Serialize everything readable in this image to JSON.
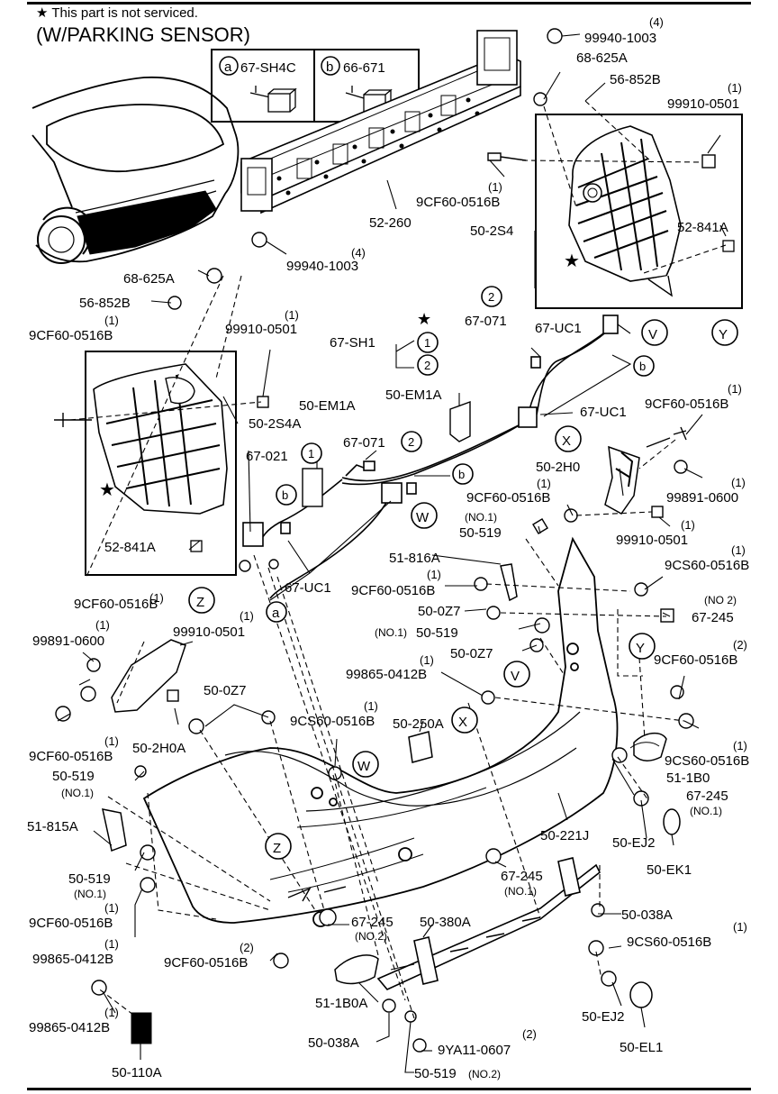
{
  "header": {
    "star_symbol": "★",
    "not_serviced_note": "This part is not serviced.",
    "variant_title": "(W/PARKING SENSOR)"
  },
  "legend": {
    "a_letter": "a",
    "a_part": "67-SH4C",
    "b_letter": "b",
    "b_part": "66-671"
  },
  "marks": {
    "V": "V",
    "W": "W",
    "X": "X",
    "Y": "Y",
    "Z": "Z",
    "a": "a",
    "b": "b",
    "one": "1",
    "two": "2",
    "star": "★"
  },
  "parts": {
    "p_99940_1003_top": "99940-1003",
    "p_99940_1003_top_qty": "(4)",
    "p_68_625A_top": "68-625A",
    "p_56_852B_top": "56-852B",
    "p_99910_0501_top": "99910-0501",
    "p_99910_0501_top_qty": "(1)",
    "p_9CF60_0516B_upper": "9CF60-0516B",
    "p_9CF60_0516B_upper_qty": "(1)",
    "p_52_260": "52-260",
    "p_50_2S4": "50-2S4",
    "p_52_841A_right": "52-841A",
    "p_99940_1003_left": "99940-1003",
    "p_99940_1003_left_qty": "(4)",
    "p_68_625A_left": "68-625A",
    "p_56_852B_left": "56-852B",
    "p_9CF60_0516B_left": "9CF60-0516B",
    "p_9CF60_0516B_left_qty": "(1)",
    "p_99910_0501_left": "99910-0501",
    "p_99910_0501_left_qty": "(1)",
    "p_67_SH1": "67-SH1",
    "p_67_071_top": "67-071",
    "p_67_UC1_top": "67-UC1",
    "p_50_2S4A": "50-2S4A",
    "p_50_EM1A_a": "50-EM1A",
    "p_50_EM1A_b": "50-EM1A",
    "p_67_UC1_mid": "67-UC1",
    "p_9CF60_0516B_right": "9CF60-0516B",
    "p_9CF60_0516B_right_qty": "(1)",
    "p_67_021": "67-021",
    "p_67_071_mid": "67-071",
    "p_50_2H0": "50-2H0",
    "p_9CF60_0516B_r2": "9CF60-0516B",
    "p_9CF60_0516B_r2_qty": "(1)",
    "p_99891_0600_right": "99891-0600",
    "p_99891_0600_right_qty": "(1)",
    "p_50_519_no1_top": "50-519",
    "p_50_519_no1_top_qty": "(NO.1)",
    "p_99910_0501_r": "99910-0501",
    "p_99910_0501_r_qty": "(1)",
    "p_52_841A_left": "52-841A",
    "p_67_UC1_low": "67-UC1",
    "p_51_816A": "51-816A",
    "p_9CF60_0516B_mid": "9CF60-0516B",
    "p_9CF60_0516B_mid_qty": "(1)",
    "p_9CS60_0516B_r": "9CS60-0516B",
    "p_9CS60_0516B_r_qty": "(1)",
    "p_67_245_no2_r": "67-245",
    "p_67_245_no2_r_qty": "(NO 2)",
    "p_50_0Z7_a": "50-0Z7",
    "p_50_519_no1_mid": "50-519",
    "p_50_519_no1_mid_qty": "(NO.1)",
    "p_50_0Z7_b": "50-0Z7",
    "p_9CF60_0516B_lh": "9CF60-0516B",
    "p_9CF60_0516B_lh_qty": "(1)",
    "p_99891_0600_left": "99891-0600",
    "p_99891_0600_left_qty": "(1)",
    "p_99910_0501_ll": "99910-0501",
    "p_99910_0501_ll_qty": "(1)",
    "p_99865_0412B_top": "99865-0412B",
    "p_99865_0412B_top_qty": "(1)",
    "p_9CF60_0516B_rr": "9CF60-0516B",
    "p_9CF60_0516B_rr_qty": "(2)",
    "p_50_0Z7_c": "50-0Z7",
    "p_9CS60_0516B_c": "9CS60-0516B",
    "p_9CS60_0516B_c_qty": "(1)",
    "p_50_250A": "50-250A",
    "p_9CF60_0516B_ll2": "9CF60-0516B",
    "p_9CF60_0516B_ll2_qty": "(1)",
    "p_50_2H0A": "50-2H0A",
    "p_9CS60_0516B_rr": "9CS60-0516B",
    "p_9CS60_0516B_rr_qty": "(1)",
    "p_50_519_no1_left": "50-519",
    "p_50_519_no1_left_qty": "(NO.1)",
    "p_51_1B0": "51-1B0",
    "p_67_245_no1_r": "67-245",
    "p_67_245_no1_r_qty": "(NO.1)",
    "p_51_815A": "51-815A",
    "p_50_221J": "50-221J",
    "p_50_EJ2_top": "50-EJ2",
    "p_50_EK1": "50-EK1",
    "p_50_519_no1_l2": "50-519",
    "p_50_519_no1_l2_qty": "(NO.1)",
    "p_67_245_no1_mid": "67-245",
    "p_67_245_no1_mid_qty": "(NO.1)",
    "p_9CF60_0516B_l3": "9CF60-0516B",
    "p_9CF60_0516B_l3_qty": "(1)",
    "p_50_038A_r": "50-038A",
    "p_99865_0412B_mid": "99865-0412B",
    "p_99865_0412B_mid_qty": "(1)",
    "p_67_245_no2_mid": "67-245",
    "p_67_245_no2_mid_qty": "(NO.2)",
    "p_50_380A": "50-380A",
    "p_9CS60_0516B_low": "9CS60-0516B",
    "p_9CS60_0516B_low_qty": "(1)",
    "p_9CF60_0516B_low": "9CF60-0516B",
    "p_9CF60_0516B_low_qty": "(2)",
    "p_51_1B0A": "51-1B0A",
    "p_50_EJ2_low": "50-EJ2",
    "p_99865_0412B_low": "99865-0412B",
    "p_99865_0412B_low_qty": "(1)",
    "p_50_038A_low": "50-038A",
    "p_50_EL1": "50-EL1",
    "p_9YA11_0607": "9YA11-0607",
    "p_9YA11_0607_qty": "(2)",
    "p_50_110A": "50-110A",
    "p_50_519_no2": "50-519",
    "p_50_519_no2_qty": "(NO.2)"
  }
}
